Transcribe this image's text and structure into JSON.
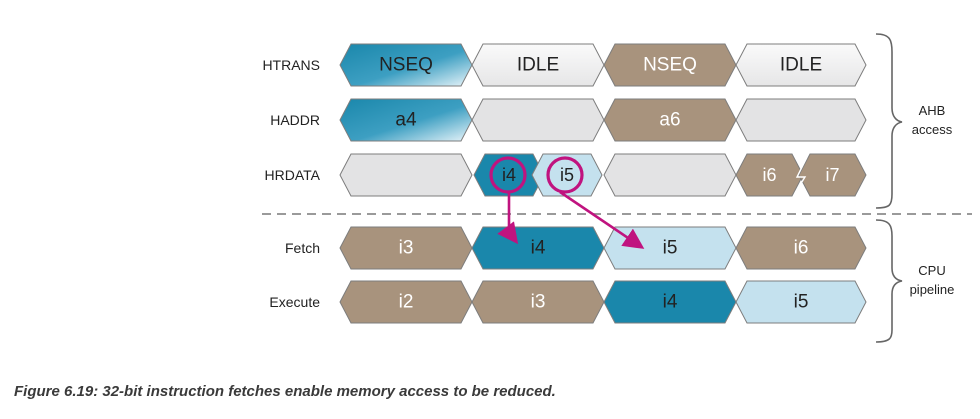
{
  "colors": {
    "teal": "#1a87ab",
    "teal_gradient_light": "#e9f5fa",
    "brown": "#a8937d",
    "light_blue": "#c4e1ee",
    "grey": "#e3e3e4",
    "outline": "#8a8a8a",
    "magenta": "#c0137f",
    "white_text": "#ffffff",
    "dark_text": "#222222"
  },
  "rows": [
    {
      "label": "HTRANS",
      "segments": [
        {
          "text": "NSEQ",
          "fill": "teal-gradient",
          "text_color": "dark_text"
        },
        {
          "text": "IDLE",
          "fill": "light-grey",
          "text_color": "dark_text"
        },
        {
          "text": "NSEQ",
          "fill": "brown",
          "text_color": "white_text"
        },
        {
          "text": "IDLE",
          "fill": "light-grey",
          "text_color": "dark_text"
        }
      ]
    },
    {
      "label": "HADDR",
      "segments": [
        {
          "text": "a4",
          "fill": "teal-gradient",
          "text_color": "dark_text"
        },
        {
          "text": "",
          "fill": "grey"
        },
        {
          "text": "a6",
          "fill": "brown",
          "text_color": "white_text"
        },
        {
          "text": "",
          "fill": "grey"
        }
      ]
    },
    {
      "label": "HRDATA",
      "segments": [
        {
          "text": "",
          "fill": "grey"
        },
        {
          "sub": [
            {
              "text": "i4",
              "fill": "teal"
            },
            {
              "text": "i5",
              "fill": "light_blue"
            }
          ]
        },
        {
          "text": "",
          "fill": "grey"
        },
        {
          "sub": [
            {
              "text": "i6",
              "fill": "brown"
            },
            {
              "text": "i7",
              "fill": "brown"
            }
          ]
        }
      ]
    },
    {
      "label": "Fetch",
      "segments": [
        {
          "text": "i3",
          "fill": "brown",
          "text_color": "white_text"
        },
        {
          "text": "i4",
          "fill": "teal",
          "text_color": "dark_text"
        },
        {
          "text": "i5",
          "fill": "light_blue",
          "text_color": "dark_text"
        },
        {
          "text": "i6",
          "fill": "brown",
          "text_color": "white_text"
        }
      ]
    },
    {
      "label": "Execute",
      "segments": [
        {
          "text": "i2",
          "fill": "brown",
          "text_color": "white_text"
        },
        {
          "text": "i3",
          "fill": "brown",
          "text_color": "white_text"
        },
        {
          "text": "i4",
          "fill": "teal",
          "text_color": "dark_text"
        },
        {
          "text": "i5",
          "fill": "light_blue",
          "text_color": "dark_text"
        }
      ]
    }
  ],
  "groups": [
    {
      "name": "ahb",
      "lines": [
        "AHB",
        "access"
      ]
    },
    {
      "name": "cpu",
      "lines": [
        "CPU",
        "pipeline"
      ]
    }
  ],
  "caption": "Figure 6.19: 32-bit instruction fetches enable memory access to be reduced."
}
